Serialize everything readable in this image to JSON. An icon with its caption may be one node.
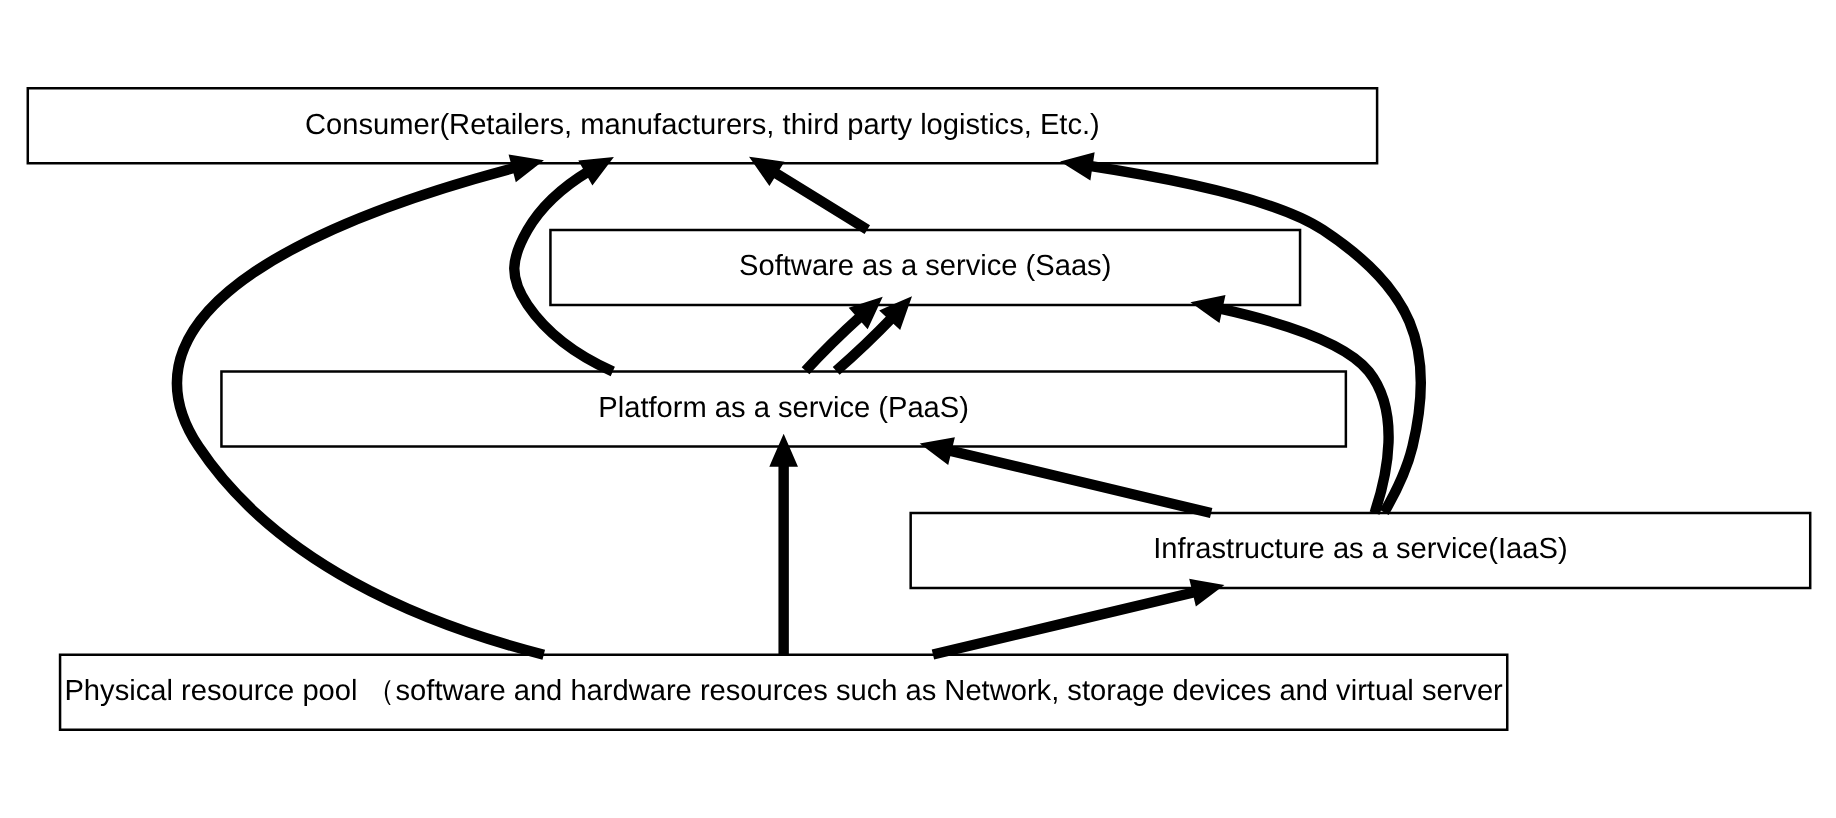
{
  "diagram": {
    "nodes": [
      {
        "text": [
          "Consumer(Retailers, manufacturers, third party logistics, Etc.)"
        ]
      },
      {
        "text": [
          "Software as a service (Saas)"
        ]
      },
      {
        "text": [
          "Platform as a service (PaaS)"
        ]
      },
      {
        "text": [
          "Infrastructure as a service(IaaS)"
        ]
      },
      {
        "text": [
          "Physical resource pool （software and hardware resources such as Network, storage devices and virtual server"
        ]
      }
    ],
    "edges": [
      {
        "from": 3,
        "to": 0,
        "arrow": "to"
      },
      {
        "from": 2,
        "to": 0,
        "arrow": "to"
      },
      {
        "from": 1,
        "to": 0,
        "arrow": "to"
      },
      {
        "from": 4,
        "to": 0,
        "arrow": "to"
      },
      {
        "from": 2,
        "to": 1,
        "arrow": "to"
      },
      {
        "from": 3,
        "to": 1,
        "arrow": "to"
      },
      {
        "from": 2,
        "to": 1,
        "arrow": "to"
      },
      {
        "from": 3,
        "to": 2,
        "arrow": "to"
      },
      {
        "from": 4,
        "to": 3,
        "arrow": "to"
      },
      {
        "from": 4,
        "to": 2,
        "arrow": "to"
      }
    ]
  }
}
